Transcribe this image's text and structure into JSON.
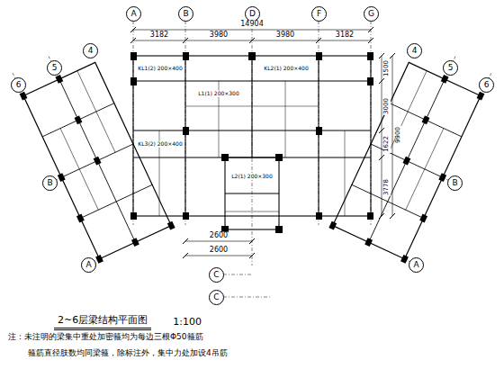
{
  "diagram": {
    "title": "2~6层梁结构平面图",
    "nodes": [
      {
        "text": [
          "A"
        ]
      },
      {
        "text": [
          "B"
        ]
      },
      {
        "text": [
          "D"
        ]
      },
      {
        "text": [
          "F"
        ]
      },
      {
        "text": [
          "G"
        ]
      },
      {
        "text": [
          "6"
        ]
      },
      {
        "text": [
          "5"
        ]
      },
      {
        "text": [
          "4"
        ]
      },
      {
        "text": [
          "4"
        ]
      },
      {
        "text": [
          "5"
        ]
      },
      {
        "text": [
          "6"
        ]
      },
      {
        "text": [
          "B"
        ]
      },
      {
        "text": [
          "A"
        ]
      },
      {
        "text": [
          "B"
        ]
      },
      {
        "text": [
          "A"
        ]
      },
      {
        "text": [
          "C"
        ]
      },
      {
        "text": [
          "C"
        ]
      }
    ],
    "labels": [
      "14904",
      "3182",
      "3980",
      "3980",
      "3182",
      "1500",
      "3000",
      "1622",
      "9900",
      "3778",
      "2600",
      "2600",
      "1:100",
      "KL1(2) 200×400",
      "KL2(1) 200×400",
      "L1(1) 200×300",
      "KL3(2) 200×400",
      "L2(1) 200×300",
      "注：未注明的梁集中重处加密箍均为每边三根Φ50箍筋",
      "箍筋直径肢数均同梁箍，除标注外，集中力处加设4吊筋"
    ]
  }
}
